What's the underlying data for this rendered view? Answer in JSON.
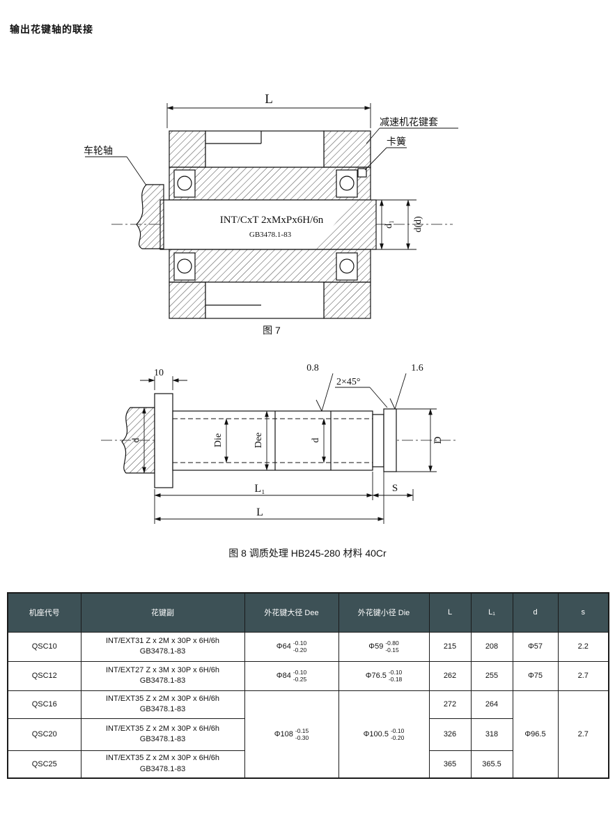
{
  "page": {
    "title": "输出花键轴的联接"
  },
  "colors": {
    "table_header_bg": "#3d5156",
    "line": "#111111",
    "paper": "#ffffff"
  },
  "figure7": {
    "caption": "图 7",
    "dim_L": "L",
    "label_sleeve": "减速机花键套",
    "label_circlip": "卡簧",
    "label_axle": "车轮轴",
    "spline_spec": "INT/CxT 2xMxPx6H/6n",
    "spline_standard": "GB3478.1-83",
    "dim_d1": "d₁",
    "dim_dd": "d(d)"
  },
  "figure8": {
    "caption": "图 8 调质处理 HB245-280 材料 40Cr",
    "dim_10": "10",
    "finish_08": "0.8",
    "chamfer": "2×45°",
    "finish_16": "1.6",
    "dim_d_left": "d",
    "dim_Die": "Die",
    "dim_Dee": "Dee",
    "dim_d_right": "d",
    "dim_D": "D",
    "dim_L1": "L₁",
    "dim_S": "S",
    "dim_L": "L"
  },
  "table": {
    "headers": {
      "code": "机座代号",
      "spline": "花键副",
      "dee": "外花键大径 Dee",
      "die": "外花键小径 Die",
      "L": "L",
      "L1": "L₁",
      "d": "d",
      "s": "s"
    },
    "rows": {
      "qsc10": {
        "code": "QSC10",
        "spline": "INT/EXT31 Z x 2M x 30P x 6H/6h",
        "std": "GB3478.1-83",
        "dee": "Φ64",
        "dee_up": "-0.10",
        "dee_lo": "-0.20",
        "die": "Φ59",
        "die_up": "-0.80",
        "die_lo": "-0.15",
        "L": "215",
        "L1": "208",
        "d": "Φ57",
        "s": "2.2"
      },
      "qsc12": {
        "code": "QSC12",
        "spline": "INT/EXT27 Z x 3M x 30P x 6H/6h",
        "std": "GB3478.1-83",
        "dee": "Φ84",
        "dee_up": "-0.10",
        "dee_lo": "-0.25",
        "die": "Φ76.5",
        "die_up": "-0.10",
        "die_lo": "-0.18",
        "L": "262",
        "L1": "255",
        "d": "Φ75",
        "s": "2.7"
      },
      "qsc16": {
        "code": "QSC16",
        "spline": "INT/EXT35 Z x 2M x 30P x 6H/6h",
        "std": "GB3478.1-83",
        "L": "272",
        "L1": "264"
      },
      "qsc20": {
        "code": "QSC20",
        "spline": "INT/EXT35 Z x 2M x 30P x 6H/6h",
        "std": "GB3478.1-83",
        "L": "326",
        "L1": "318"
      },
      "qsc25": {
        "code": "QSC25",
        "spline": "INT/EXT35 Z x 2M x 30P x 6H/6h",
        "std": "GB3478.1-83",
        "L": "365",
        "L1": "365.5"
      },
      "merged": {
        "dee": "Φ108",
        "dee_up": "-0.15",
        "dee_lo": "-0.30",
        "die": "Φ100.5",
        "die_up": "-0.10",
        "die_lo": "-0.20",
        "d": "Φ96.5",
        "s": "2.7"
      }
    }
  }
}
